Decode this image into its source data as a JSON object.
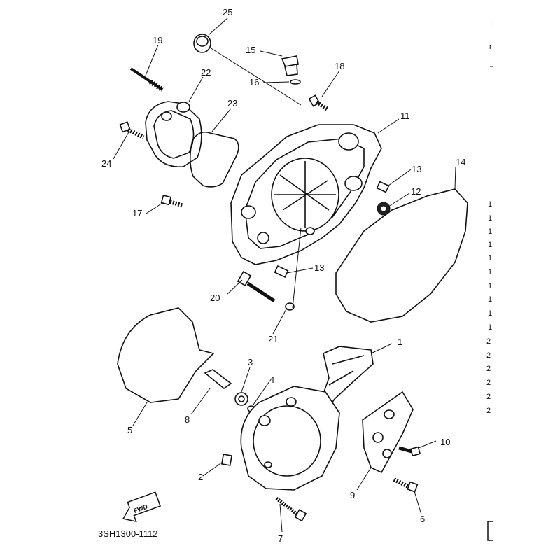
{
  "diagram": {
    "code": "3SH1300-1112",
    "fwd_label": "FWD",
    "callouts": [
      "1",
      "2",
      "3",
      "4",
      "5",
      "6",
      "7",
      "8",
      "9",
      "10",
      "11",
      "12",
      "13",
      "13",
      "14",
      "15",
      "16",
      "17",
      "18",
      "19",
      "20",
      "21",
      "22",
      "23",
      "24",
      "25"
    ],
    "side_list": [
      "1",
      "1",
      "1",
      "1",
      "1",
      "1",
      "1",
      "1",
      "1",
      "1",
      "2",
      "2",
      "2",
      "2",
      "2",
      "2"
    ]
  }
}
